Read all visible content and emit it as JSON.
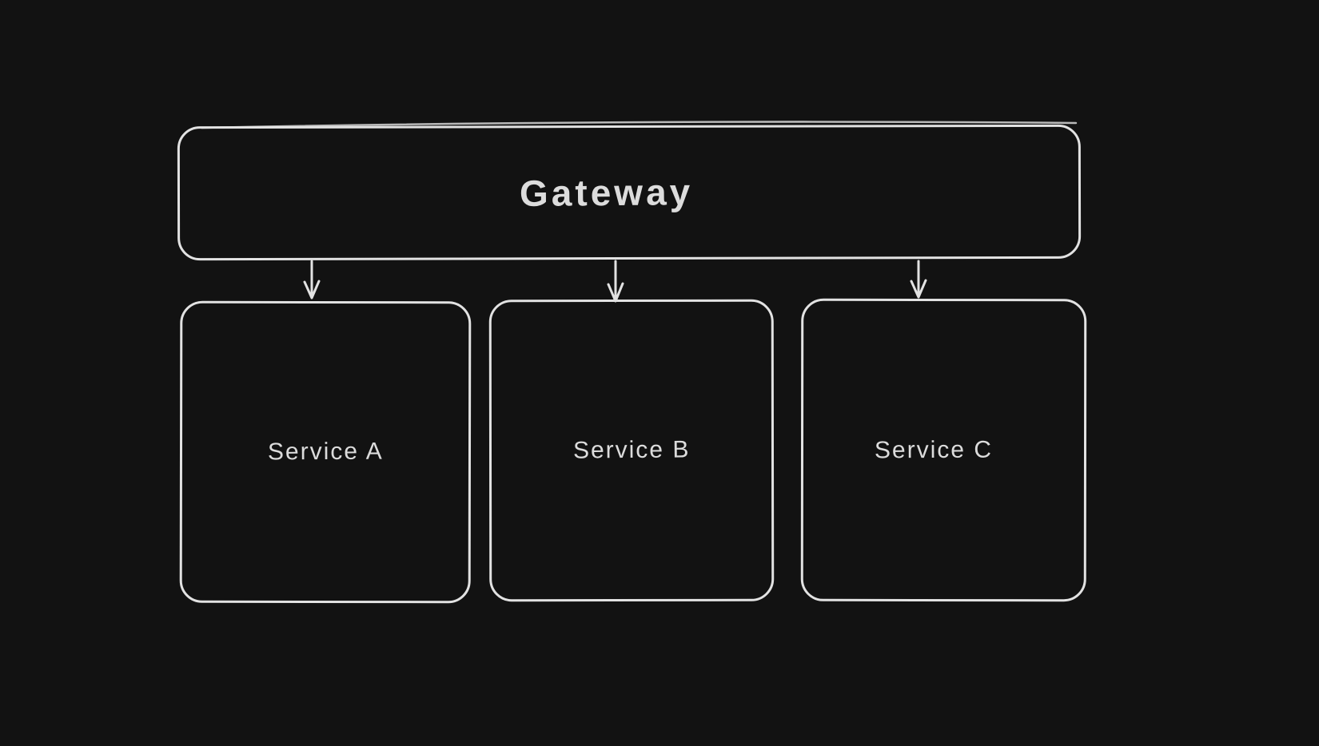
{
  "theme": {
    "background": "#121212",
    "stroke": "#e2e2e2",
    "text": "#dcdcdc"
  },
  "diagram": {
    "type": "architecture-flowchart",
    "style": "hand-drawn-dark",
    "nodes": [
      {
        "id": "gateway",
        "label": "Gateway",
        "shape": "rounded-rectangle"
      },
      {
        "id": "service-a",
        "label": "Service A",
        "shape": "rounded-rectangle"
      },
      {
        "id": "service-b",
        "label": "Service B",
        "shape": "rounded-rectangle"
      },
      {
        "id": "service-c",
        "label": "Service C",
        "shape": "rounded-rectangle"
      }
    ],
    "edges": [
      {
        "from": "gateway",
        "to": "service-a",
        "style": "arrow-down"
      },
      {
        "from": "gateway",
        "to": "service-b",
        "style": "arrow-down"
      },
      {
        "from": "gateway",
        "to": "service-c",
        "style": "arrow-down"
      }
    ]
  }
}
